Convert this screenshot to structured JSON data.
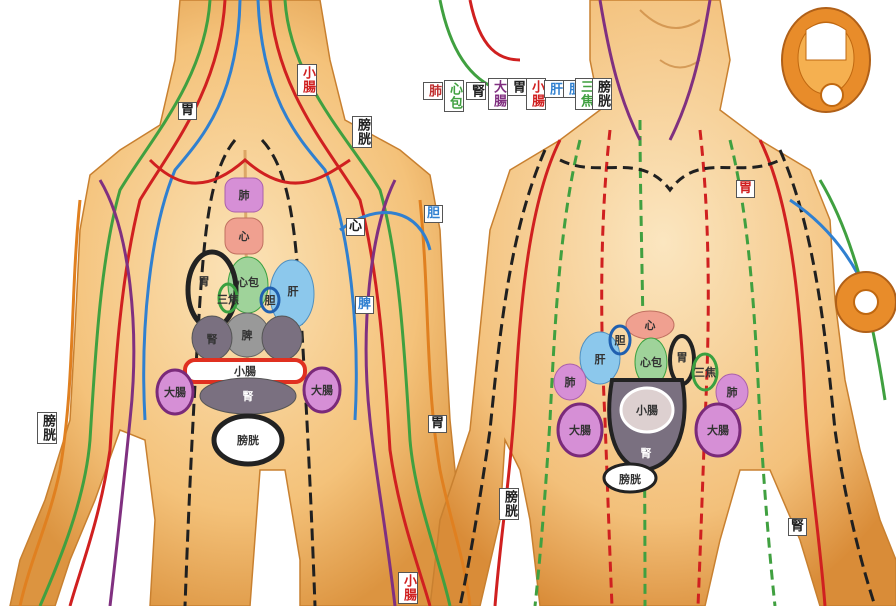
{
  "top_labels": [
    "肺",
    "心包",
    "腎",
    "大腸",
    "胃",
    "小腸",
    "肝",
    "胆",
    "三焦",
    "膀胱"
  ],
  "back_labels": {
    "small_intestine": "小腸",
    "stomach": "胃",
    "bladder_upper": "膀胱",
    "gall": "胆",
    "heart": "心",
    "spleen": "脾",
    "bladder_lower": "膀胱",
    "stomach_lower": "胃"
  },
  "back_organs": {
    "lung": "肺",
    "heart": "心",
    "heart_center": "心包",
    "stomach": "胃",
    "sanjiao": "三焦",
    "liver": "肝",
    "gall": "胆",
    "spleen": "脾",
    "kidney": "腎",
    "small_intestine": "小腸",
    "large_intestine_left": "大腸",
    "large_intestine_right": "大腸",
    "kidney_lower": "腎",
    "bladder": "膀胱"
  },
  "front_organs": {
    "heart": "心",
    "liver": "肝",
    "gall": "胆",
    "pericardium": "心包",
    "stomach": "胃",
    "sanjiao": "三焦",
    "lung_left": "肺",
    "lung_right": "肺",
    "large_intestine_left": "大腸",
    "large_intestine_right": "大腸",
    "small_intestine": "小腸",
    "kidney": "腎",
    "bladder": "膀胱"
  },
  "front_labels": {
    "stomach": "胃",
    "bladder": "膀胱",
    "small_intestine": "小腸",
    "kidney": "腎"
  },
  "colors": {
    "skin": "#f2c07a",
    "skin_shadow": "#d9923a",
    "lung": "#d68fd6",
    "heart": "#f0a090",
    "liver": "#8cc8ec",
    "kidney": "#7a7080",
    "small_intestine": "#e03020",
    "stomach": "#2a2a2a",
    "sanjiao": "#3aa040",
    "meridian_red": "#d02020",
    "meridian_green": "#40a040",
    "meridian_blue": "#3080d0",
    "meridian_purple": "#803080",
    "meridian_black": "#202020",
    "meridian_orange": "#e08020",
    "meridian_teal": "#20a0a0"
  }
}
